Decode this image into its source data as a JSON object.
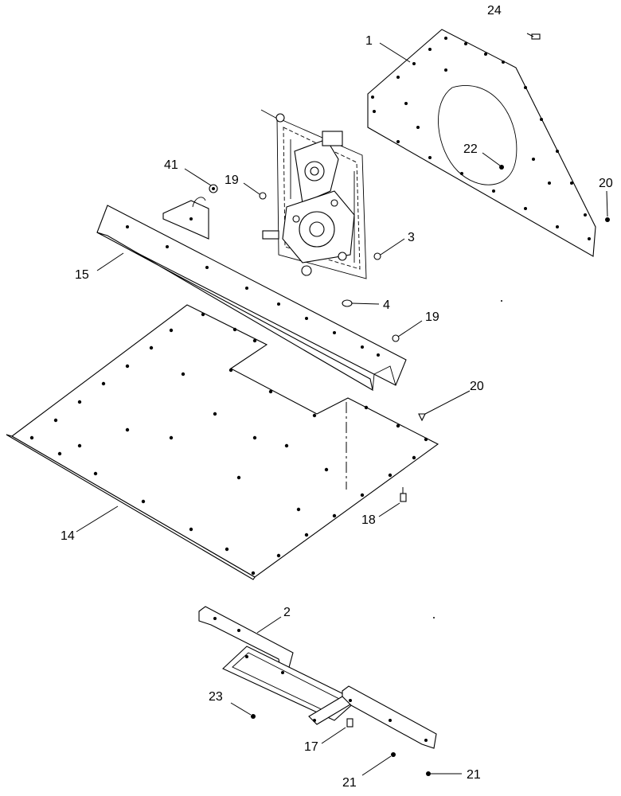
{
  "diagram": {
    "type": "exploded-parts-view",
    "callouts": [
      {
        "id": "c1",
        "text": "1"
      },
      {
        "id": "c24",
        "text": "24"
      },
      {
        "id": "c22",
        "text": "22"
      },
      {
        "id": "c20a",
        "text": "20"
      },
      {
        "id": "c41",
        "text": "41"
      },
      {
        "id": "c19a",
        "text": "19"
      },
      {
        "id": "c3",
        "text": "3"
      },
      {
        "id": "c15",
        "text": "15"
      },
      {
        "id": "c4",
        "text": "4"
      },
      {
        "id": "c19b",
        "text": "19"
      },
      {
        "id": "c20b",
        "text": "20"
      },
      {
        "id": "c14",
        "text": "14"
      },
      {
        "id": "c18",
        "text": "18"
      },
      {
        "id": "c2",
        "text": "2"
      },
      {
        "id": "c23",
        "text": "23"
      },
      {
        "id": "c17",
        "text": "17"
      },
      {
        "id": "c21a",
        "text": "21"
      },
      {
        "id": "c21b",
        "text": "21"
      }
    ]
  }
}
